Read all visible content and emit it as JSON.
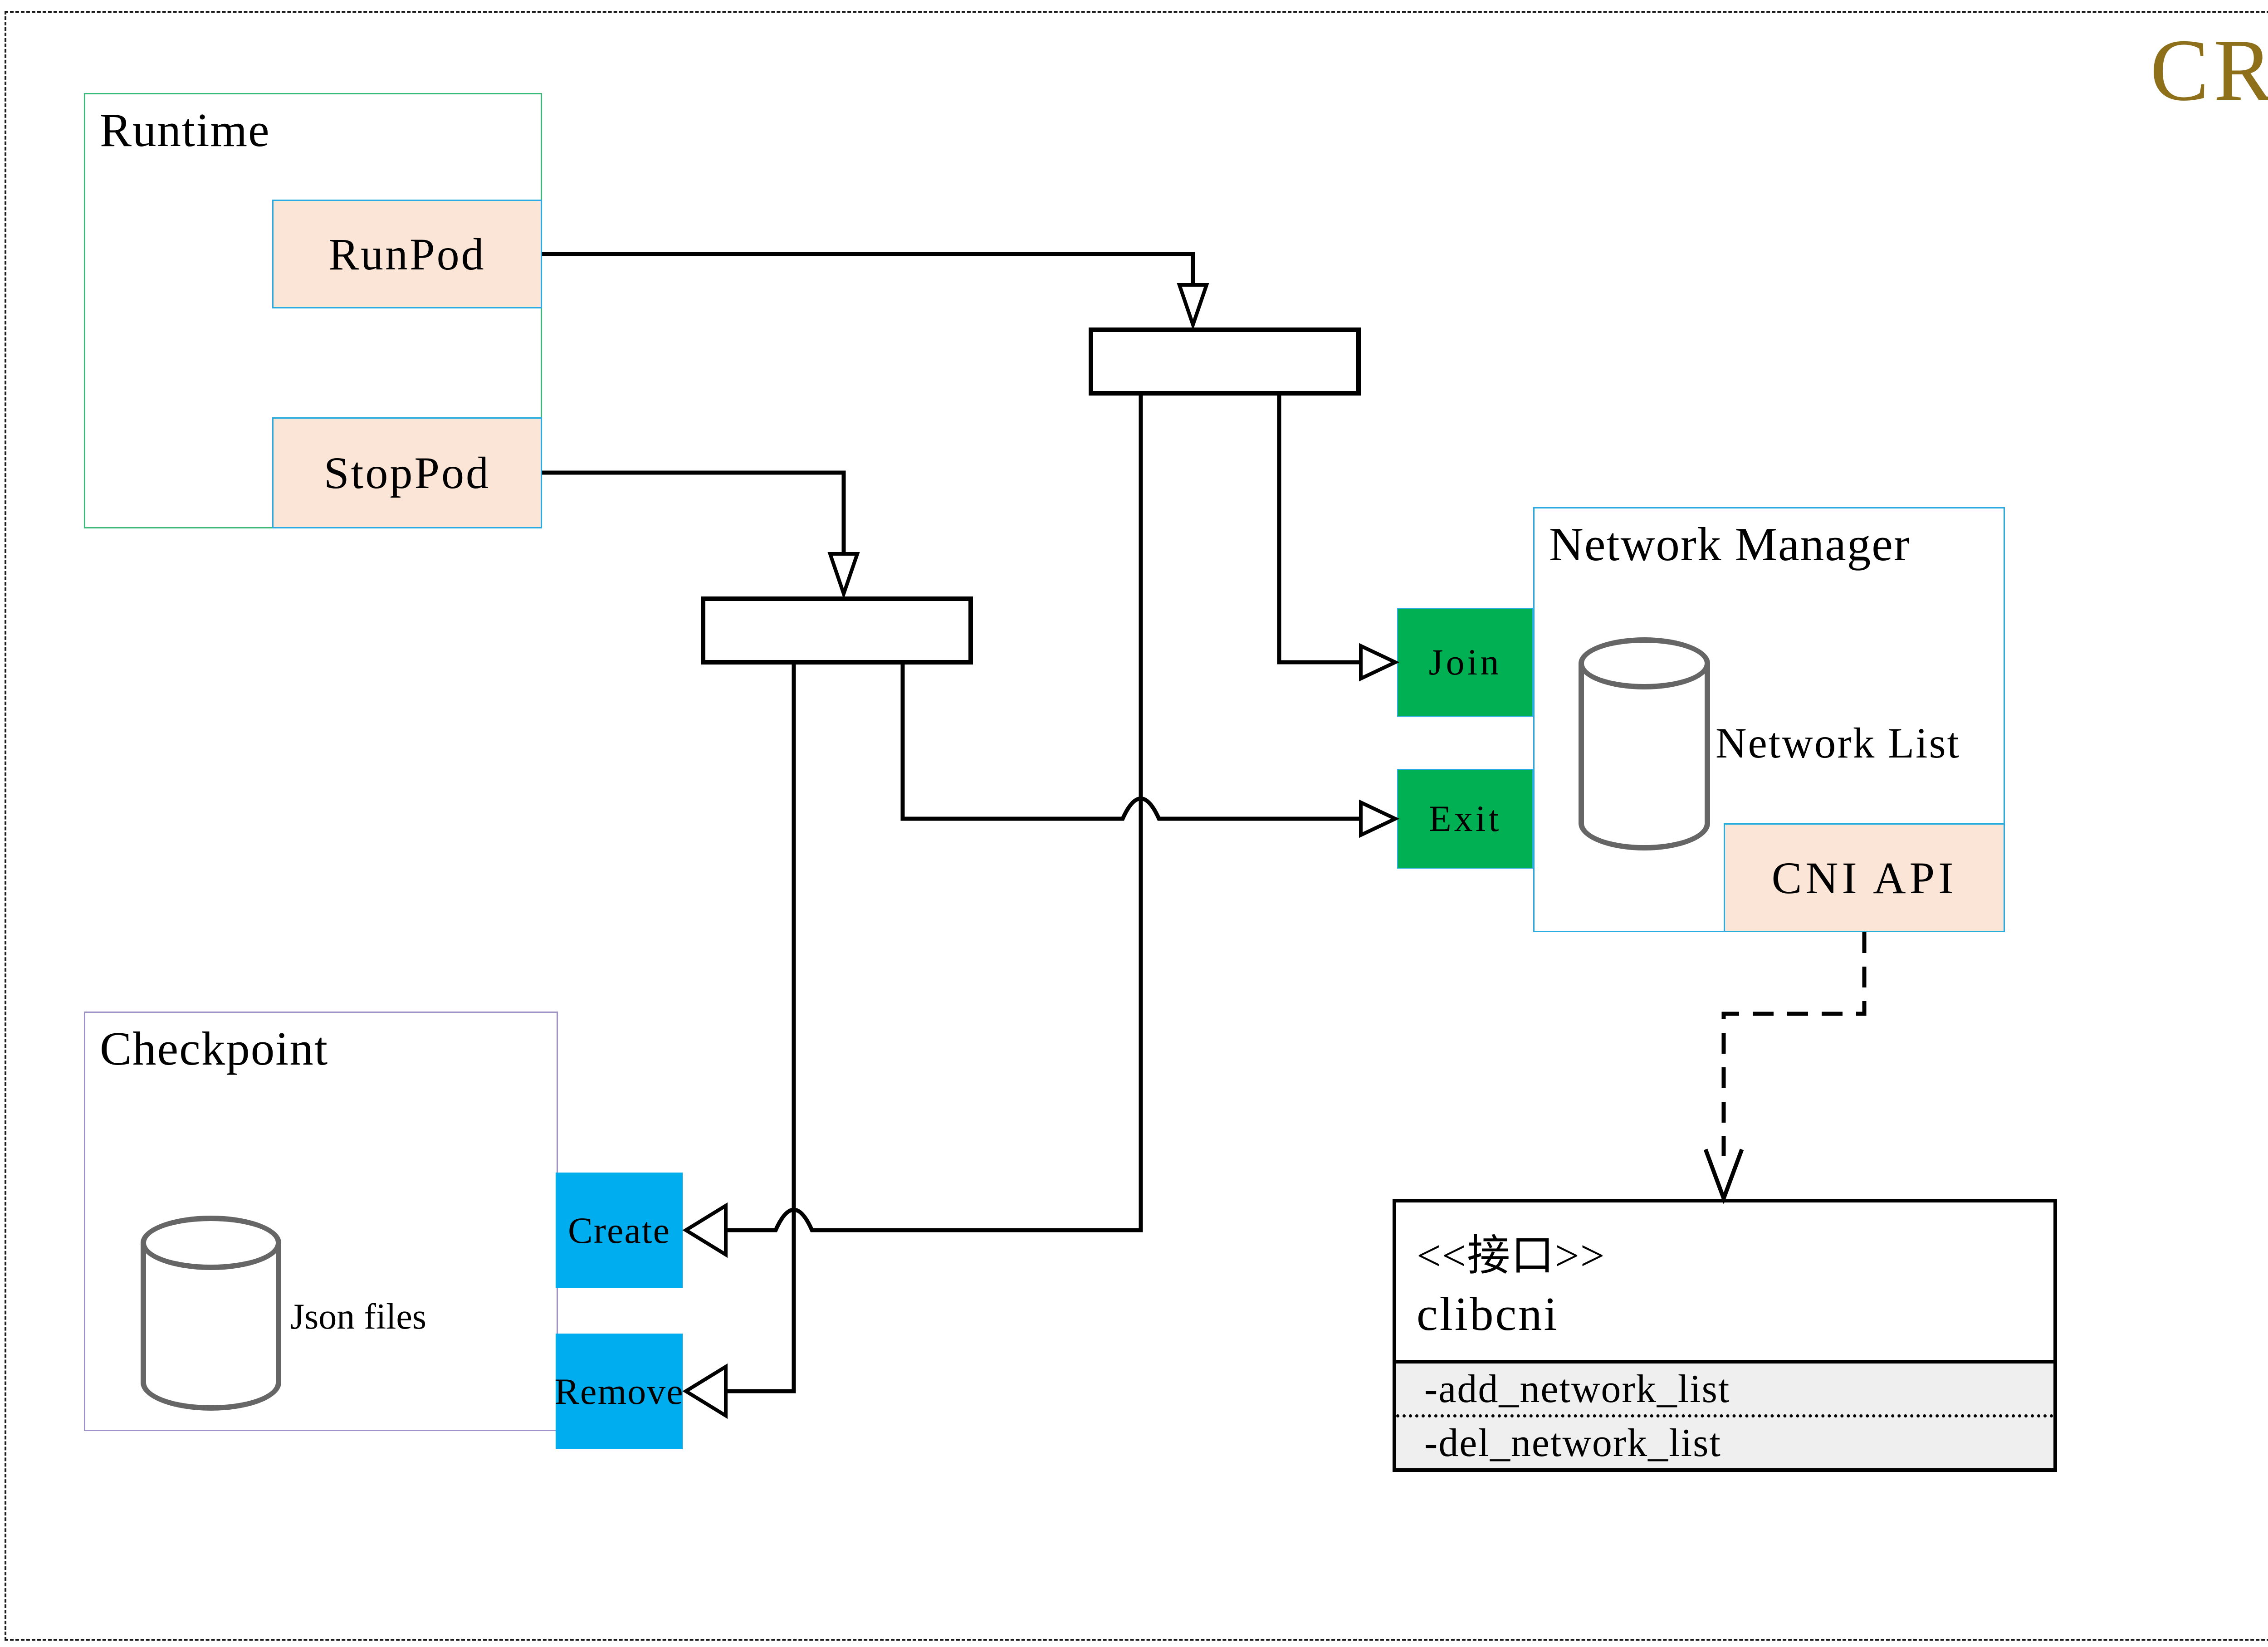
{
  "corner_label": "CRI",
  "runtime": {
    "title": "Runtime",
    "runpod_label": "RunPod",
    "stoppod_label": "StopPod"
  },
  "checkpoint": {
    "title": "Checkpoint",
    "datastore_label": "Json files",
    "create_label": "Create",
    "remove_label": "Remove"
  },
  "network_manager": {
    "title": "Network Manager",
    "datastore_label": "Network List",
    "join_label": "Join",
    "exit_label": "Exit",
    "cni_api_label": "CNI API"
  },
  "interface_box": {
    "stereotype": "<<接口>>",
    "name": "clibcni",
    "methods": [
      "-add_network_list",
      "-del_network_list"
    ]
  },
  "colors": {
    "gold": "#8E6F1A",
    "peach": "#FBE5D6",
    "cyan_border": "#29ABE2",
    "green_button": "#00B052",
    "blue_button": "#00AEEF",
    "runtime_border": "#3CB878",
    "checkpoint_border": "#A093C8",
    "method_bg": "#EFEFEF",
    "cylinder_stroke": "#666666",
    "connector": "#000000"
  }
}
